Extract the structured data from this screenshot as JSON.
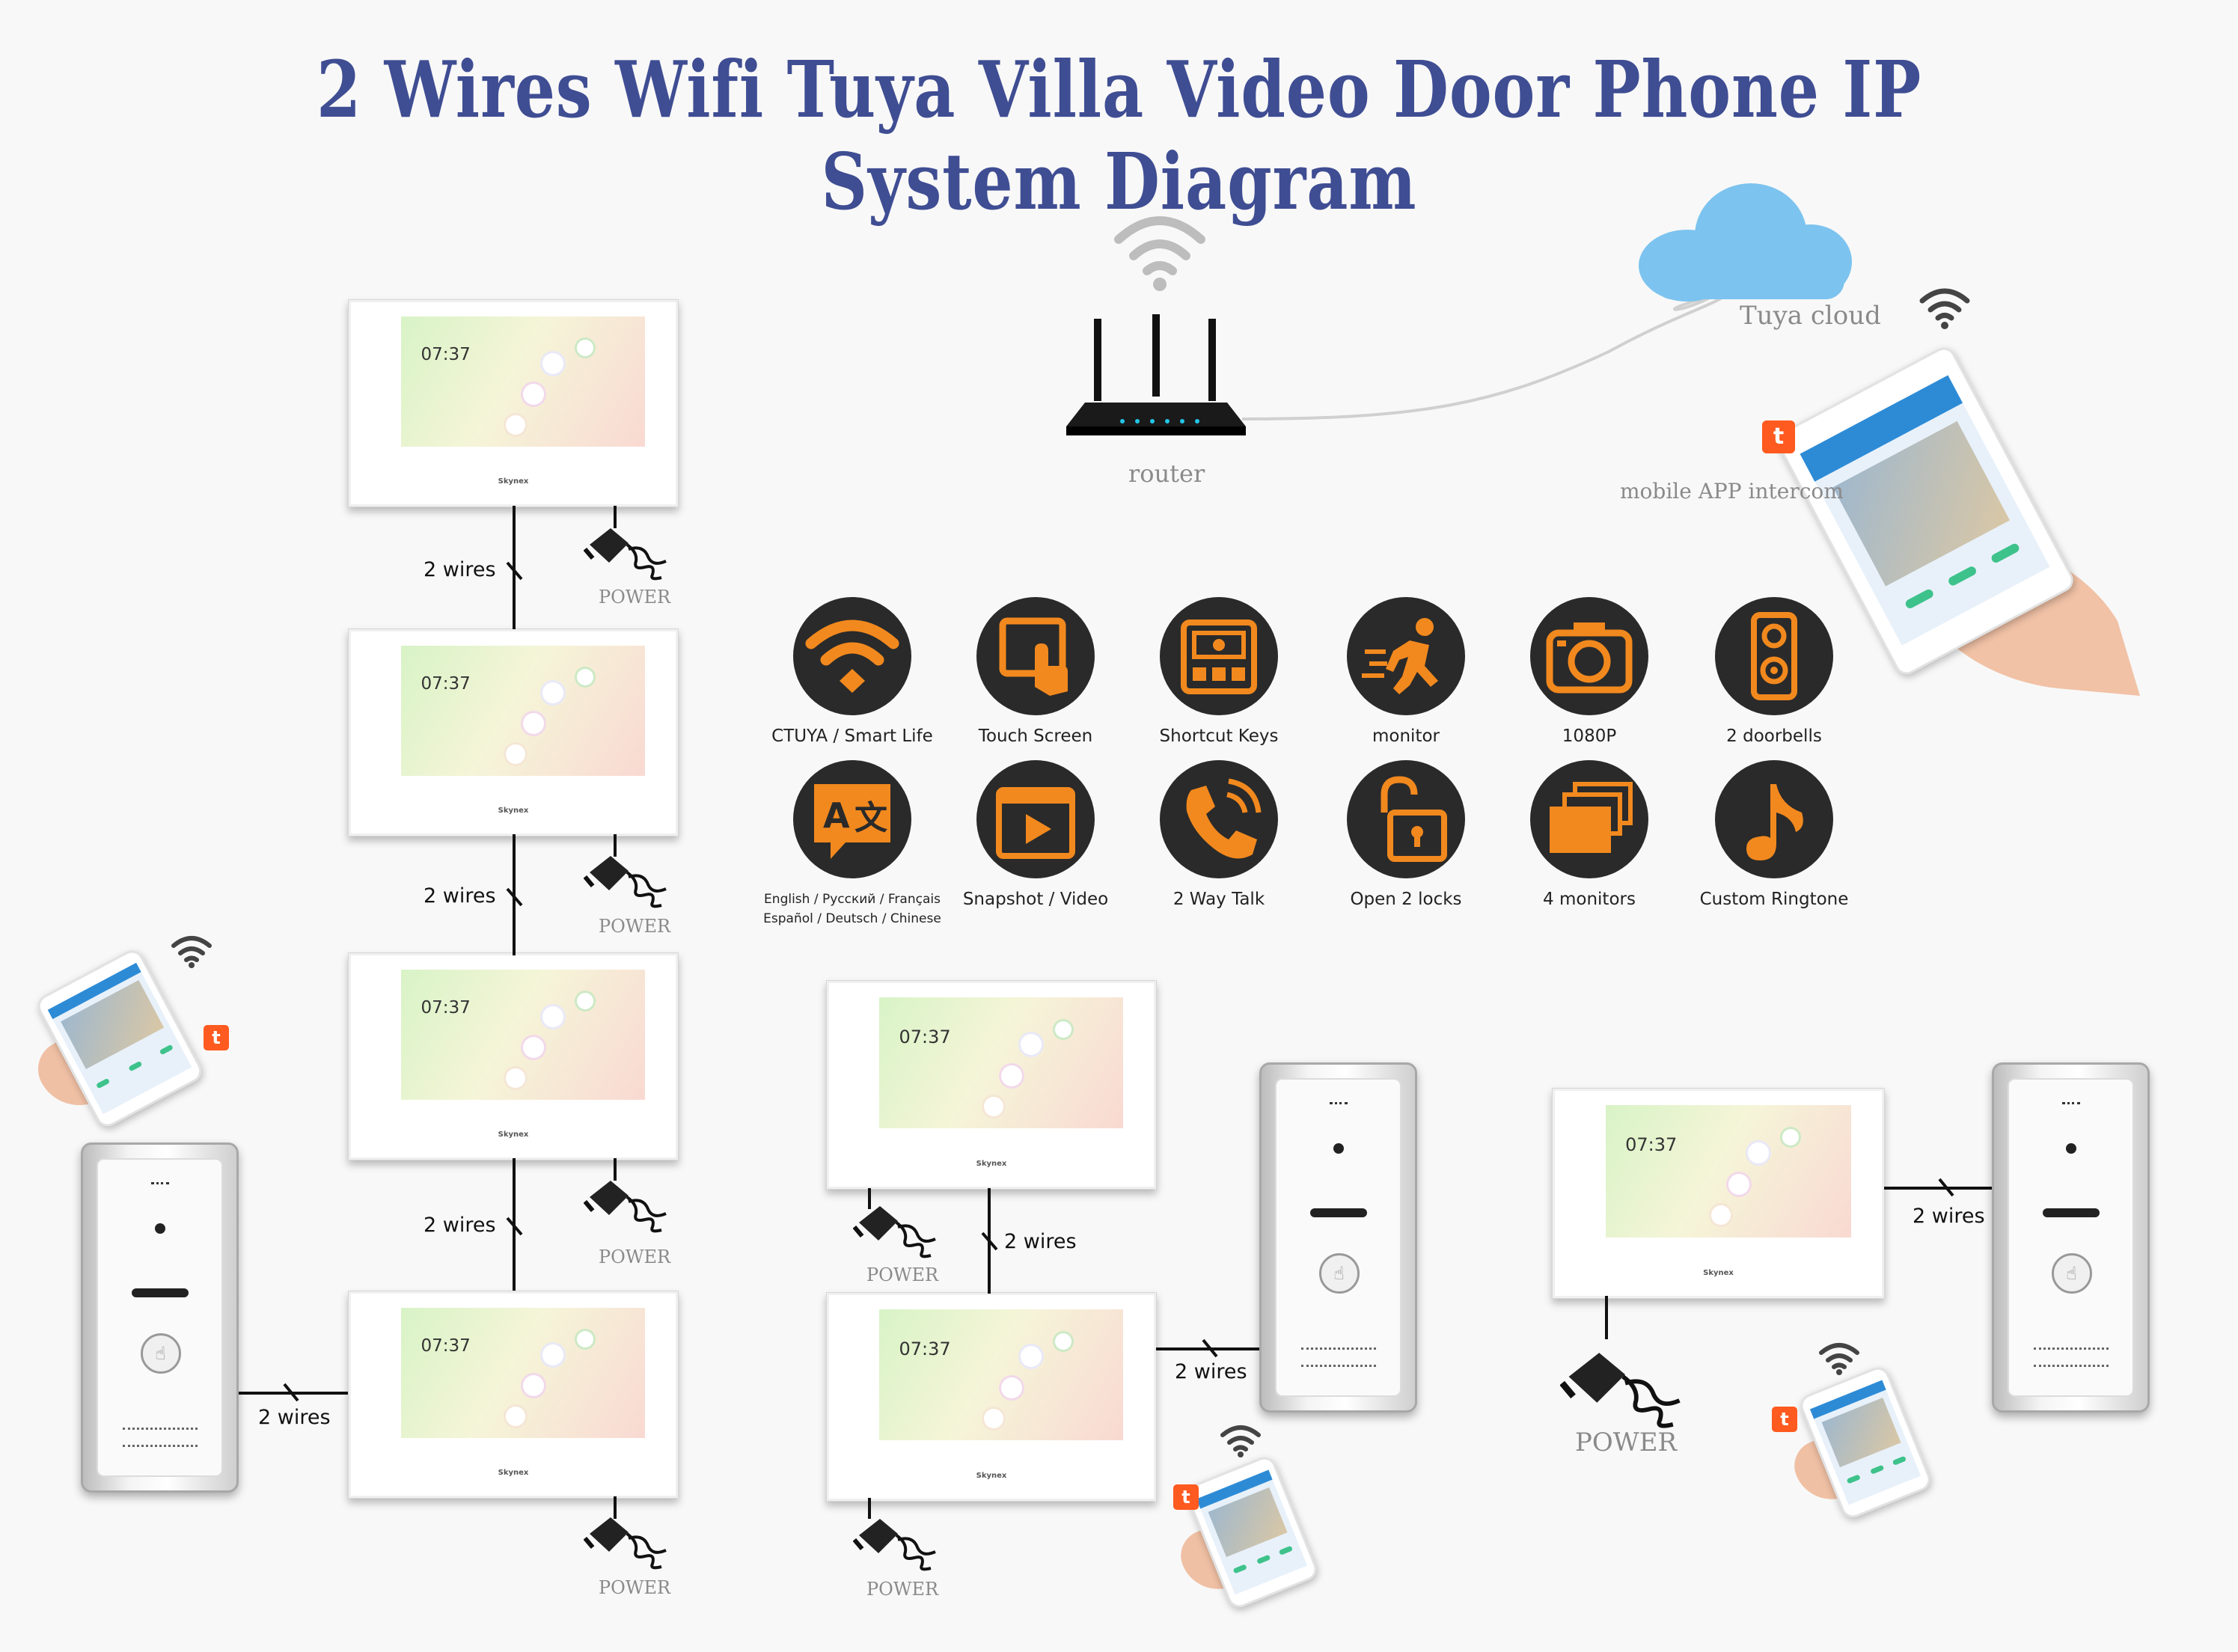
{
  "title": "2 Wires Wifi Tuya Villa Video Door Phone IP System Diagram",
  "router_label": "router",
  "cloud_label": "Tuya cloud",
  "app_label": "mobile APP intercom",
  "monitor_time": "07:37",
  "monitor_brand": "Skynex",
  "wires_label": "2 wires",
  "power_label": "POWER",
  "tuya_glyph": "t",
  "features": [
    {
      "label": "CTUYA / Smart Life",
      "icon": "wifi-icon"
    },
    {
      "label": "Touch Screen",
      "icon": "touch-screen-icon"
    },
    {
      "label": "Shortcut Keys",
      "icon": "shortcut-keys-icon"
    },
    {
      "label": "monitor",
      "icon": "running-person-icon"
    },
    {
      "label": "1080P",
      "icon": "camera-icon"
    },
    {
      "label": "2 doorbells",
      "icon": "doorbell-icon"
    },
    {
      "label": "English / Русский / Français",
      "label2": "Español / Deutsch / Chinese",
      "icon": "translate-icon"
    },
    {
      "label": "Snapshot / Video",
      "icon": "video-icon"
    },
    {
      "label": "2 Way Talk",
      "icon": "phone-call-icon"
    },
    {
      "label": "Open 2 locks",
      "icon": "unlock-icon"
    },
    {
      "label": "4 monitors",
      "icon": "multi-monitor-icon"
    },
    {
      "label": "Custom Ringtone",
      "icon": "music-note-icon"
    }
  ],
  "colors": {
    "title": "#3f4d93",
    "icon_circle": "#2a2a2a",
    "icon_orange": "#f2891e",
    "cloud": "#7cc3ef",
    "tuya": "#ff5a1f"
  }
}
